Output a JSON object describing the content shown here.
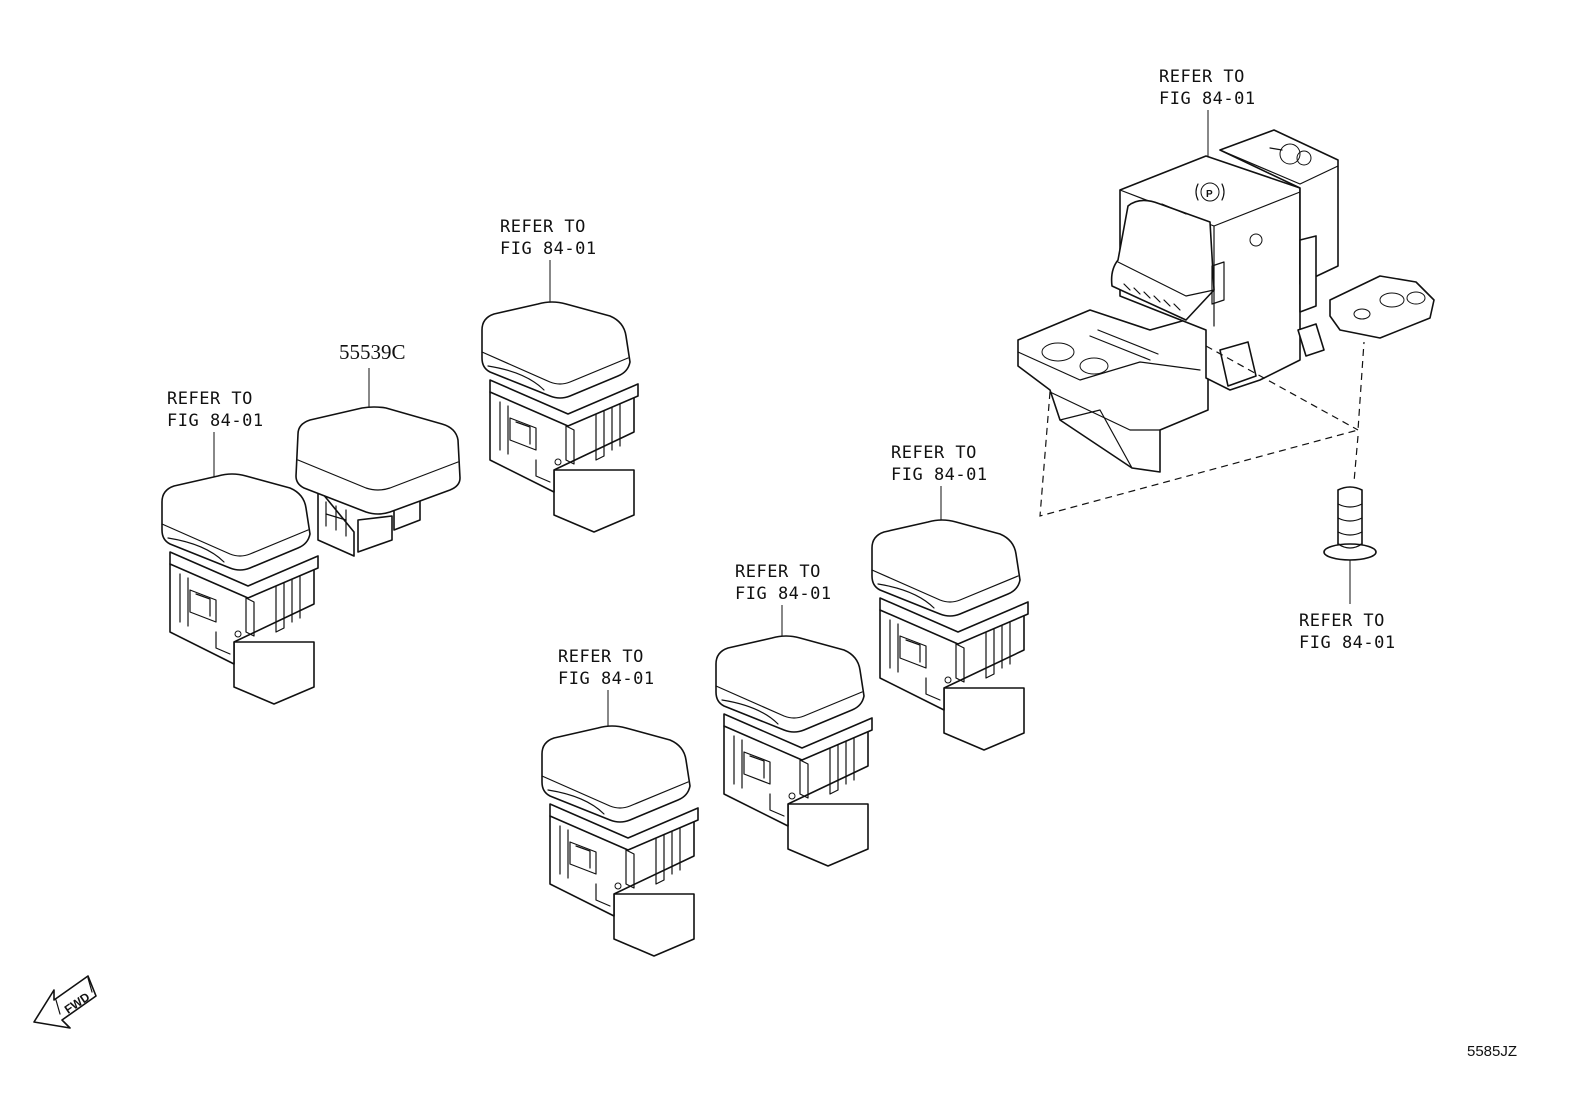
{
  "callouts": {
    "refer_line1": "REFER TO",
    "refer_line2": "FIG 84-01"
  },
  "part_number": "55539C",
  "diagram_code": "5585JZ",
  "fwd_label": "FWD"
}
